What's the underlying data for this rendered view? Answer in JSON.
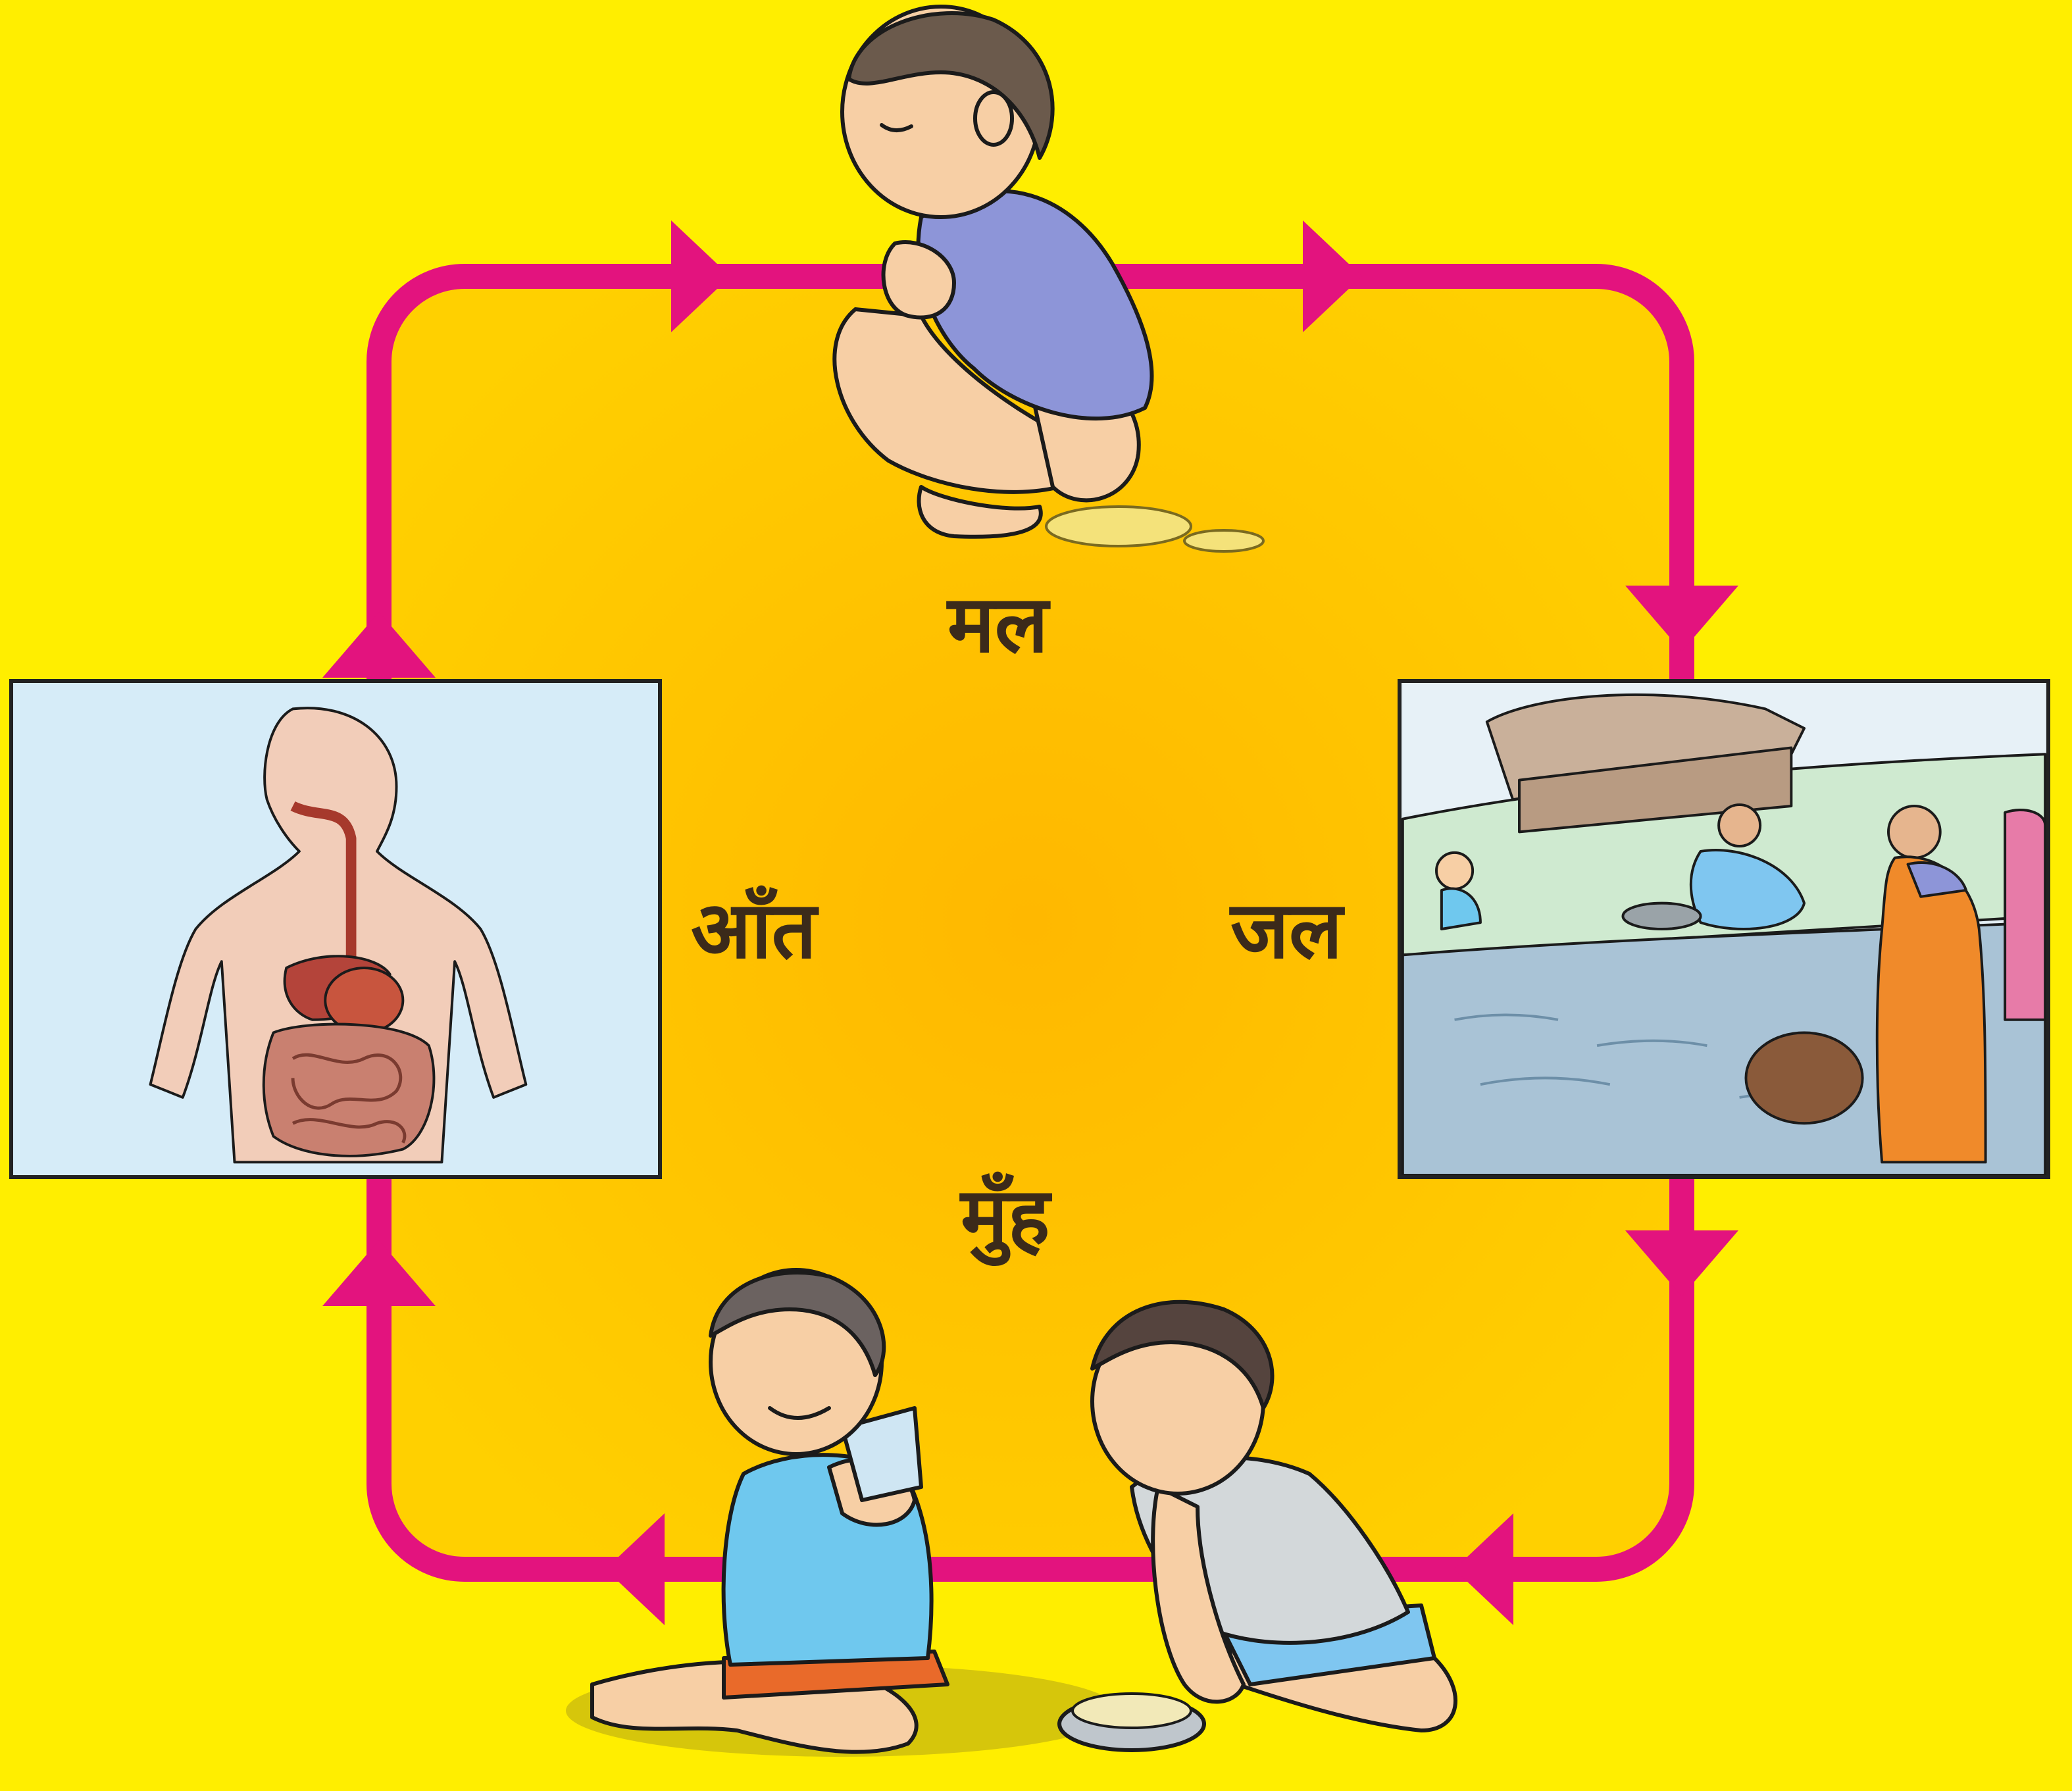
{
  "diagram": {
    "nodes": {
      "top": {
        "label": "मल",
        "illustration": "squatting-child"
      },
      "left": {
        "label": "आँत",
        "illustration": "digestive-system"
      },
      "right": {
        "label": "जल",
        "illustration": "village-water-scene"
      },
      "bottom": {
        "label": "मुँह",
        "illustration": "children-eating"
      }
    },
    "cycle_direction": "clockwise",
    "colors": {
      "background": "#FFEE00",
      "loop_fill": "#FFC400",
      "loop_stroke": "#E3137E",
      "label_text": "#3b2a1a"
    }
  }
}
